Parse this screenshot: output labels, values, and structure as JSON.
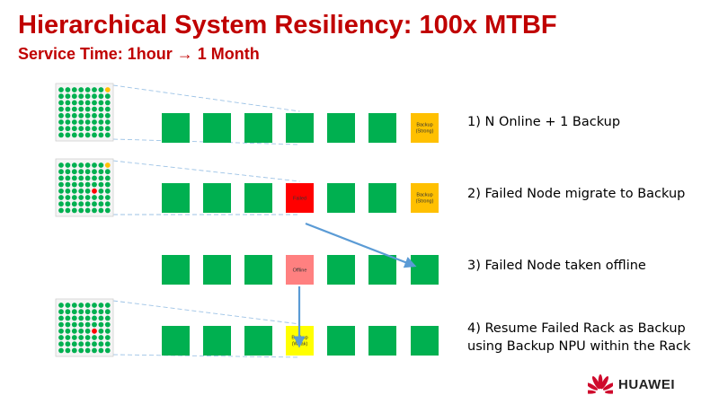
{
  "slide": {
    "title": "Hierarchical System Resiliency: 100x MTBF",
    "subtitle": "Service Time: 1hour → 1 Month"
  },
  "colors": {
    "title": "#c00000",
    "online": "#00b050",
    "backup_strong": "#ffc000",
    "failed": "#ff0000",
    "offline": "#ff8080",
    "backup_weak": "#ffff00",
    "arrow": "#5b9bd5",
    "npu_dot": "#00b050"
  },
  "rows": [
    {
      "caption": "1) N Online + 1 Backup",
      "nodes": [
        {
          "state": "online",
          "label": ""
        },
        {
          "state": "online",
          "label": ""
        },
        {
          "state": "online",
          "label": ""
        },
        {
          "state": "online",
          "label": ""
        },
        {
          "state": "online",
          "label": ""
        },
        {
          "state": "online",
          "label": ""
        },
        {
          "state": "backup-strong",
          "label": "Backup\n(Strong)"
        }
      ]
    },
    {
      "caption": "2) Failed Node migrate to Backup",
      "nodes": [
        {
          "state": "online",
          "label": ""
        },
        {
          "state": "online",
          "label": ""
        },
        {
          "state": "online",
          "label": ""
        },
        {
          "state": "failed",
          "label": "Failed"
        },
        {
          "state": "online",
          "label": ""
        },
        {
          "state": "online",
          "label": ""
        },
        {
          "state": "backup-strong",
          "label": "Backup\n(Strong)"
        }
      ]
    },
    {
      "caption": "3) Failed Node taken offline",
      "nodes": [
        {
          "state": "online",
          "label": ""
        },
        {
          "state": "online",
          "label": ""
        },
        {
          "state": "online",
          "label": ""
        },
        {
          "state": "offline",
          "label": "Offline"
        },
        {
          "state": "online",
          "label": ""
        },
        {
          "state": "online",
          "label": ""
        },
        {
          "state": "online",
          "label": ""
        }
      ]
    },
    {
      "caption_lines": [
        "4) Resume Failed Rack as Backup",
        "using Backup NPU within the Rack"
      ],
      "nodes": [
        {
          "state": "online",
          "label": ""
        },
        {
          "state": "online",
          "label": ""
        },
        {
          "state": "online",
          "label": ""
        },
        {
          "state": "backup-weak",
          "label": "Backup\n(Weak)"
        },
        {
          "state": "online",
          "label": ""
        },
        {
          "state": "online",
          "label": ""
        },
        {
          "state": "online",
          "label": ""
        }
      ]
    }
  ],
  "racks": [
    {
      "grid": "8x8",
      "backup_npu": "orange",
      "failed_npu": "none"
    },
    {
      "grid": "8x8",
      "backup_npu": "orange",
      "failed_npu": "red"
    },
    {
      "grid": "8x8",
      "backup_npu": "green",
      "failed_npu": "red"
    }
  ],
  "footer": {
    "brand": "HUAWEI",
    "logo_icon": "huawei-petal-logo-icon"
  }
}
